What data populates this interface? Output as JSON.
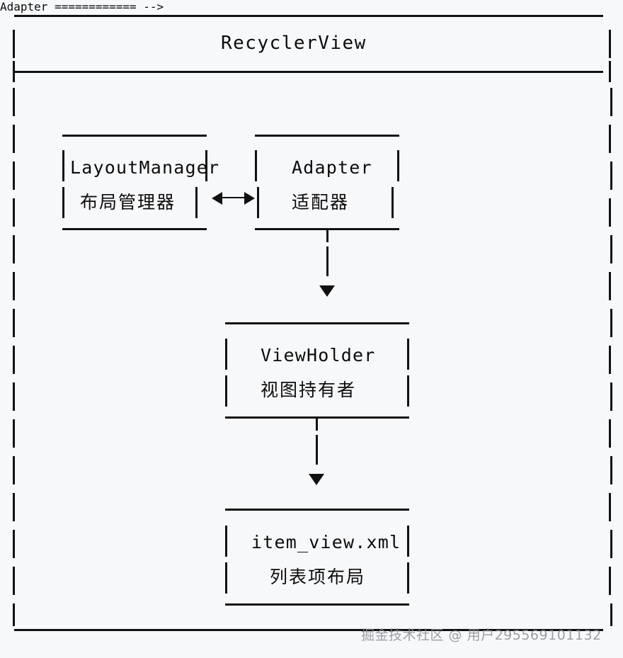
{
  "diagram": {
    "type": "ascii-architecture-diagram",
    "subject": "RecyclerView",
    "background_color": "#f7f8fa",
    "line_color": "#111111",
    "text_color": "#0c0c0c",
    "outer_container": {
      "title": "RecyclerView",
      "border_style": "dashed-ascii-pipe"
    },
    "nodes": [
      {
        "id": "layout-manager",
        "title": "LayoutManager",
        "subtitle": "布局管理器"
      },
      {
        "id": "adapter",
        "title": "Adapter",
        "subtitle": "适配器"
      },
      {
        "id": "view-holder",
        "title": "ViewHolder",
        "subtitle": "视图持有者"
      },
      {
        "id": "item-view",
        "title": "item_view.xml",
        "subtitle": "列表项布局"
      }
    ],
    "connections": [
      {
        "id": "layoutmanager-adapter",
        "from": "layout-manager",
        "to": "adapter",
        "direction": "bidirectional",
        "glyph": "<-->"
      },
      {
        "id": "adapter-viewholder",
        "from": "adapter",
        "to": "view-holder",
        "direction": "down",
        "glyph": "▼"
      },
      {
        "id": "viewholder-itemview",
        "from": "view-holder",
        "to": "item-view",
        "direction": "down",
        "glyph": "▼"
      }
    ]
  },
  "watermark": {
    "text": "掘金技术社区 @ 用户295569101132"
  }
}
